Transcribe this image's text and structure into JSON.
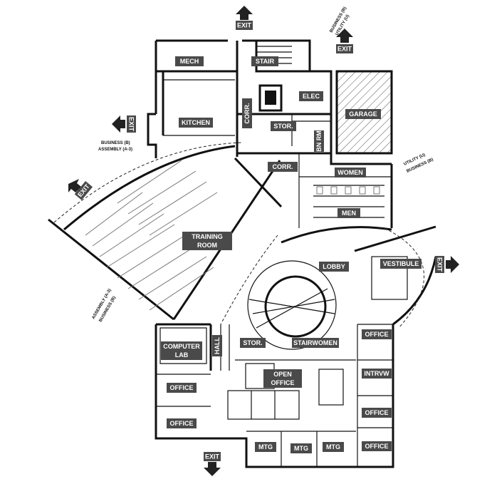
{
  "rooms": {
    "mech": "MECH",
    "stair": "STAIR",
    "kitchen": "KITCHEN",
    "corr_v": "CORR.",
    "elec": "ELEC",
    "stor_upper": "STOR.",
    "bn_rm": "BN RM",
    "garage": "GARAGE",
    "corr": "CORR.",
    "women_upper": "WOMEN",
    "men": "MEN",
    "training_line1": "TRAINING",
    "training_line2": "ROOM",
    "lobby": "LOBBY",
    "vestibule": "VESTIBULE",
    "computer_line1": "COMPUTER",
    "computer_line2": "LAB",
    "hall": "HALL",
    "stor_lower": "STOR.",
    "stair_women": "STAIRWOMEN",
    "open_office_line1": "OPEN",
    "open_office_line2": "OFFICE",
    "office_r1": "OFFICE",
    "intrvw": "INTRVW",
    "office_r2": "OFFICE",
    "office_r3": "OFFICE",
    "office_l1": "OFFICE",
    "office_l2": "OFFICE",
    "mtg1": "MTG",
    "mtg2": "MTG",
    "mtg3": "MTG"
  },
  "exits": {
    "top": "EXIT",
    "top_right": "EXIT",
    "left_upper": "EXIT",
    "left": "EXIT",
    "right": "EXIT",
    "bottom": "EXIT"
  },
  "notes": {
    "business_left_1": "BUSINESS (B)",
    "business_left_2": "ASSEMBLY (A-3)",
    "assembly_left_1": "ASSEMBLY (A-3)",
    "assembly_left_2": "BUSINESS (B)",
    "utility_right_1": "UTILITY (U)",
    "utility_right_2": "BUSINESS (B)",
    "business_top_1": "BUSINESS (B)",
    "business_top_2": "UTILITY (U)"
  },
  "colors": {
    "label_fill": "#4a4a4a",
    "label_text": "#ffffff",
    "wall": "#111111",
    "hatch": "#555555"
  }
}
